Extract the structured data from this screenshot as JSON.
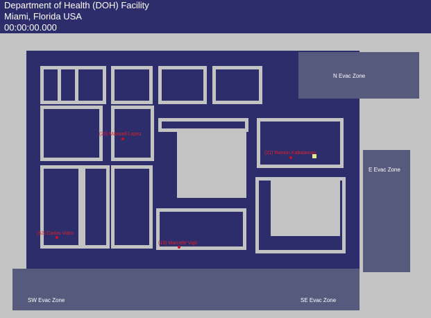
{
  "header": {
    "title": "Department of Health (DOH) Facility",
    "location": "Miami, Florida USA",
    "timer": "00:00:00.000"
  },
  "zones": {
    "north": "N Evac Zone",
    "east": "E Evac Zone",
    "southwest": "SW Evac Zone",
    "southeast": "SE Evac Zone"
  },
  "people": [
    {
      "label": "(26) Maxwell Lopez"
    },
    {
      "label": "(21) Ramon Kabalaman"
    },
    {
      "label": "(62) Carlos Vidro"
    },
    {
      "label": "(13) Marcelle Vigil"
    }
  ],
  "colors": {
    "building": "#2e2d6b",
    "wall": "#c3c3c3",
    "zone": "#565a7c",
    "person": "#d01020",
    "marker": "#e8e890"
  }
}
